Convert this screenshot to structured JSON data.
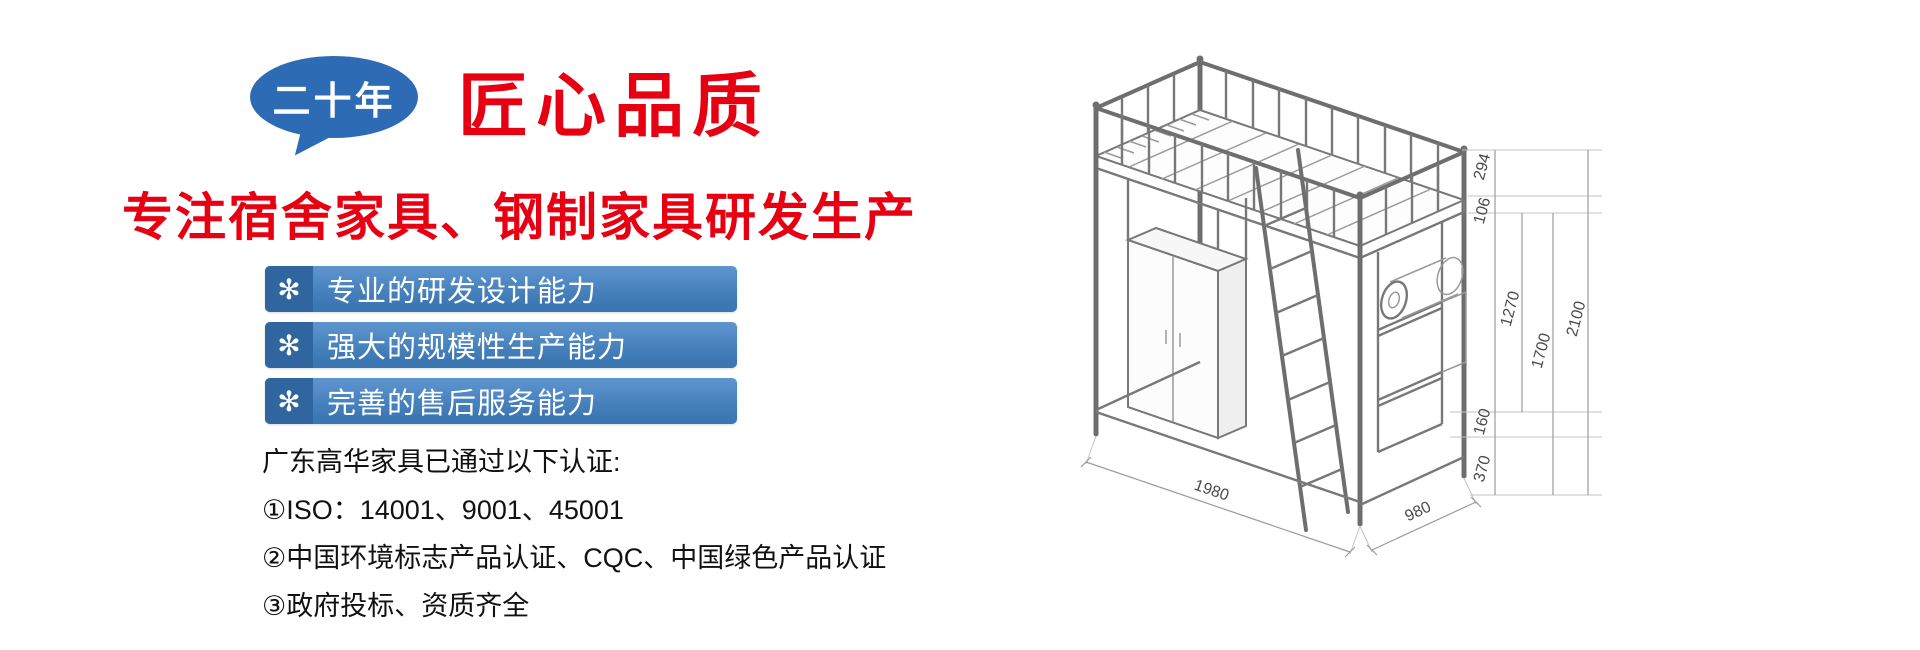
{
  "colors": {
    "brand_red": "#e60012",
    "brand_blue": "#2d6cb5",
    "bar_blue": "#3b77b3"
  },
  "banner": {
    "badge": "二十年",
    "headline": "匠心品质",
    "subheadline": "专注宿舍家具、钢制家具研发生产",
    "capability_icon": "✻",
    "capabilities": [
      "专业的研发设计能力",
      "强大的规模性生产能力",
      "完善的售后服务能力"
    ],
    "certifications": {
      "title": "广东高华家具已通过以下认证:",
      "items": [
        "①ISO：14001、9001、45001",
        "②中国环境标志产品认证、CQC、中国绿色产品认证",
        "③政府投标、资质齐全"
      ]
    }
  },
  "diagram": {
    "subject": "steel-loft-bed-isometric-drawing",
    "dimension_labels": {
      "d294": "294",
      "d106": "106",
      "d1270": "1270",
      "d1700": "1700",
      "d2100": "2100",
      "d160": "160",
      "d370": "370",
      "d1980": "1980",
      "d980": "980"
    }
  }
}
